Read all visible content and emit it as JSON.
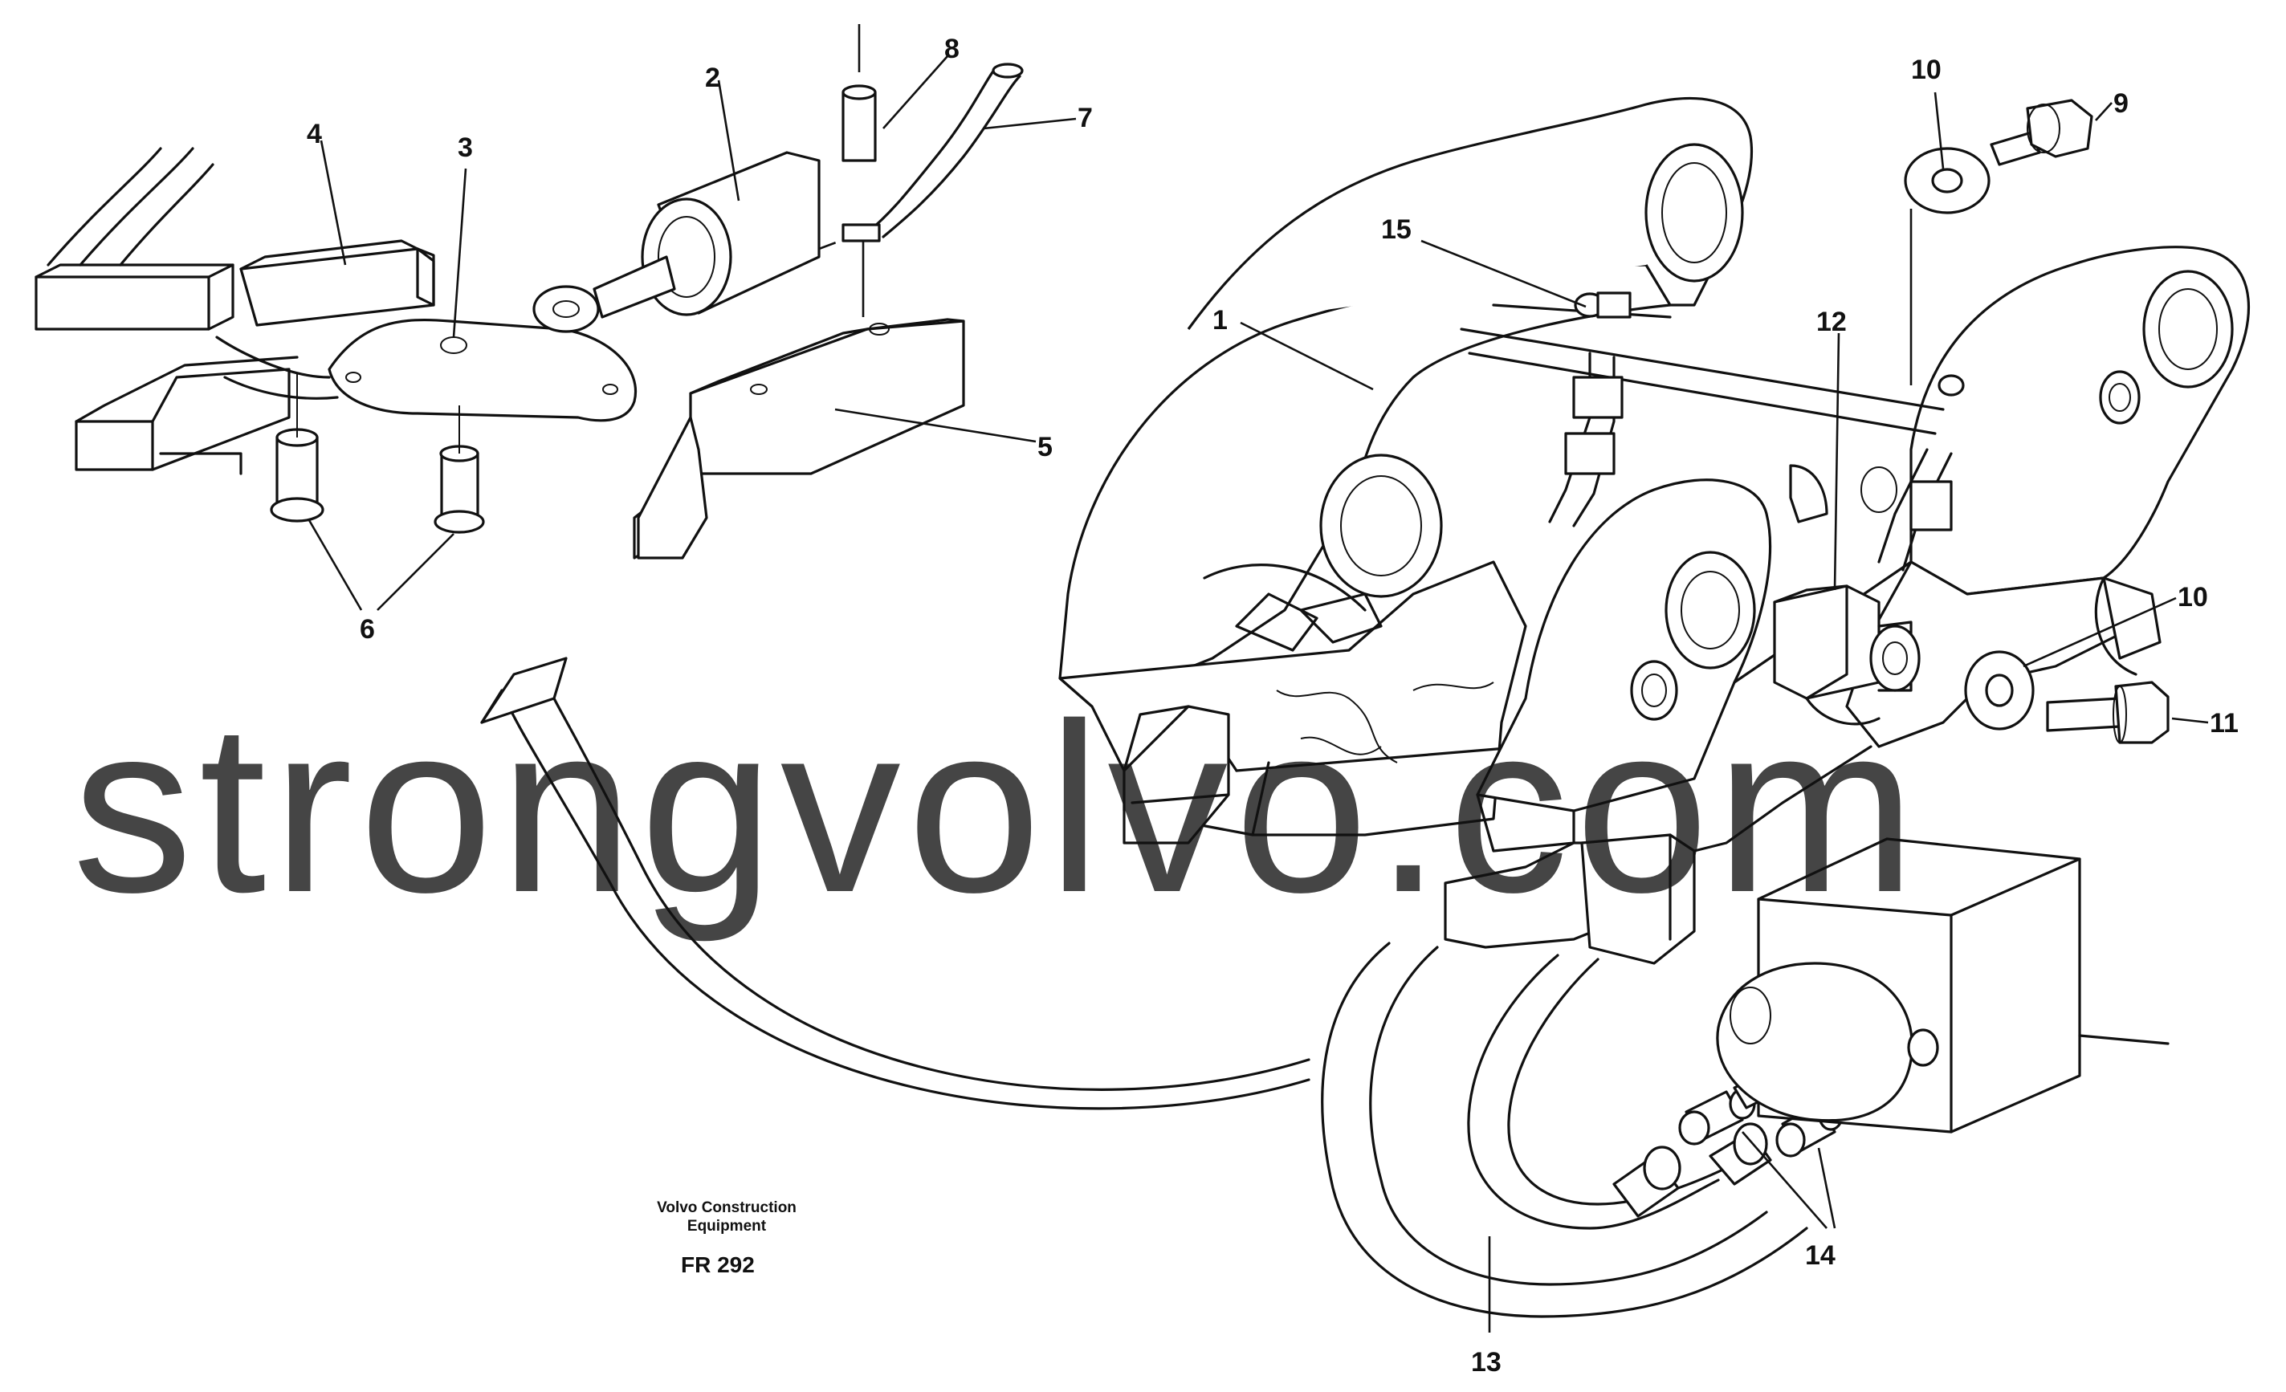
{
  "parts": [
    {
      "id": "1",
      "label": "1"
    },
    {
      "id": "2",
      "label": "2"
    },
    {
      "id": "3",
      "label": "3"
    },
    {
      "id": "4",
      "label": "4"
    },
    {
      "id": "5",
      "label": "5"
    },
    {
      "id": "6",
      "label": "6"
    },
    {
      "id": "7",
      "label": "7"
    },
    {
      "id": "8",
      "label": "8"
    },
    {
      "id": "9",
      "label": "9"
    },
    {
      "id": "10a",
      "label": "10"
    },
    {
      "id": "10b",
      "label": "10"
    },
    {
      "id": "11",
      "label": "11"
    },
    {
      "id": "12",
      "label": "12"
    },
    {
      "id": "13",
      "label": "13"
    },
    {
      "id": "14",
      "label": "14"
    },
    {
      "id": "15",
      "label": "15"
    }
  ],
  "credit": {
    "line1": "Volvo Construction",
    "line2": "Equipment"
  },
  "figure_code": "FR 292",
  "watermark": "strongvolvo.com",
  "colors": {
    "line": "#111111",
    "watermark": "#e9a7a7",
    "background": "#ffffff"
  }
}
